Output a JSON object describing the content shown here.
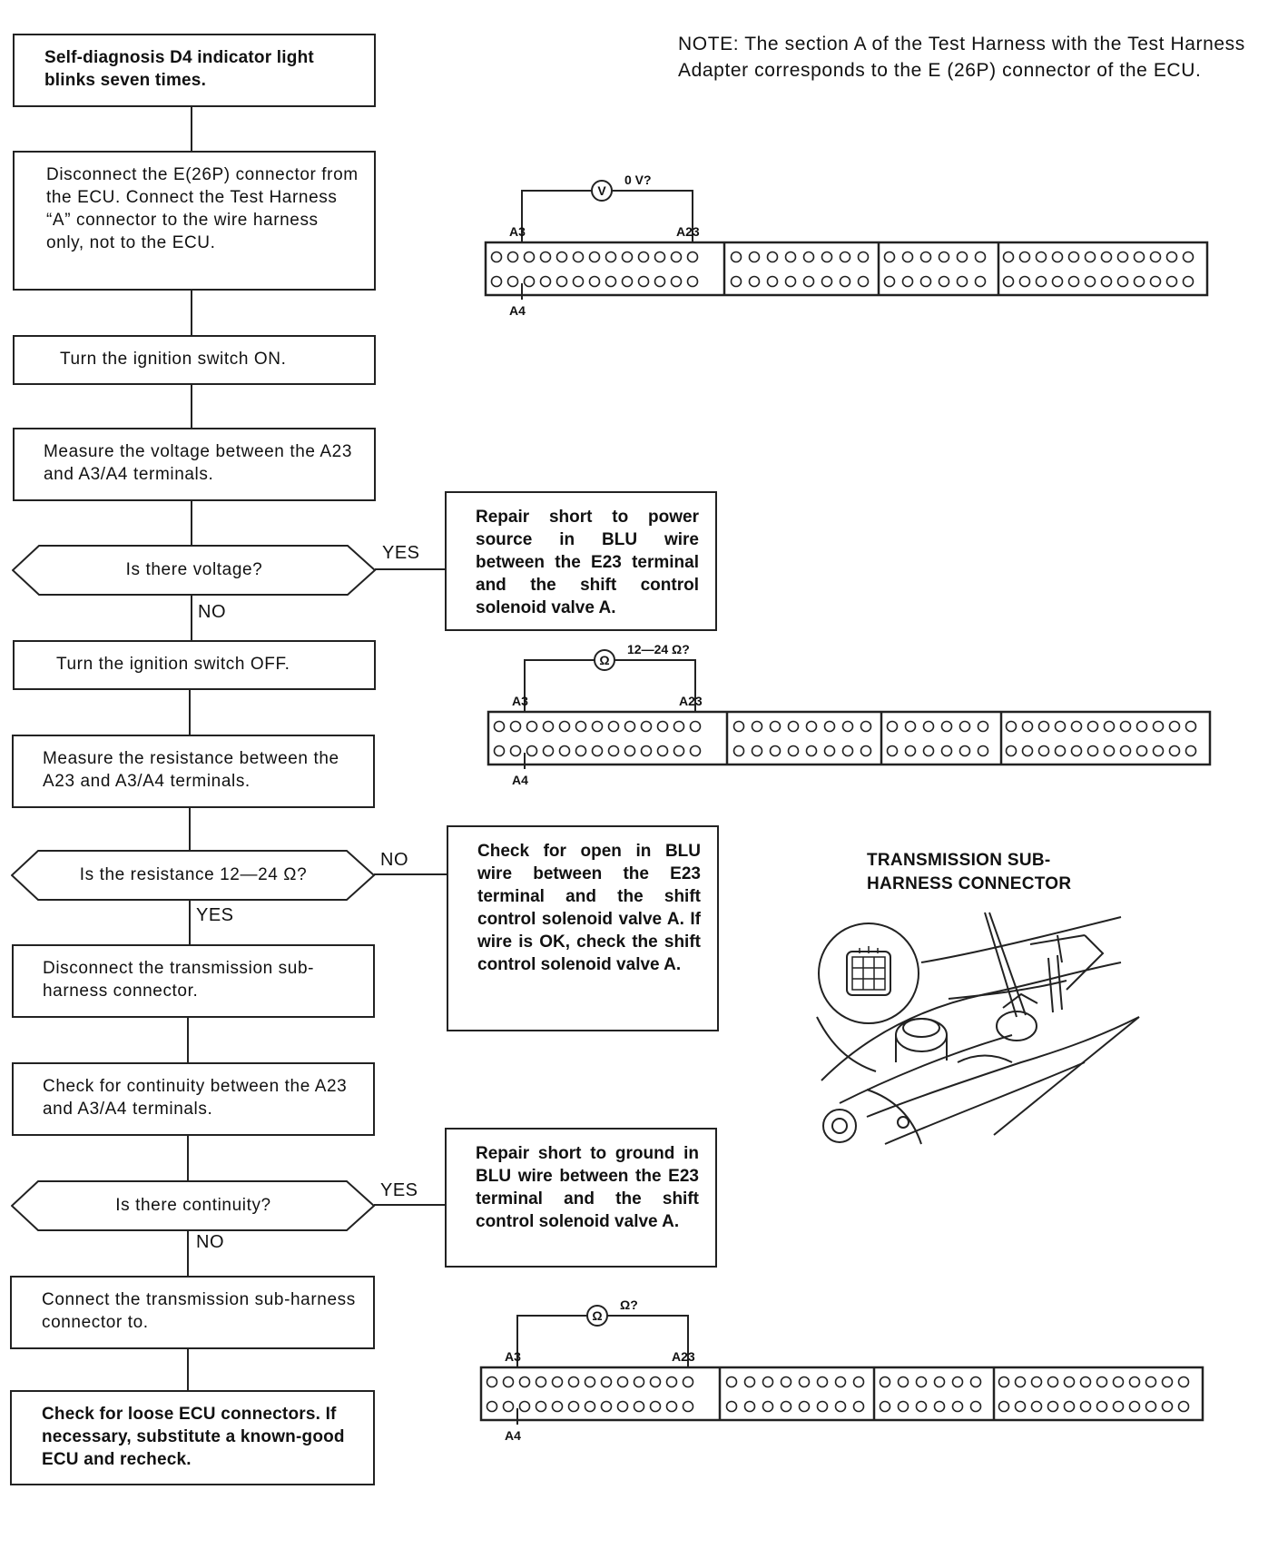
{
  "note": "NOTE: The section A of the Test Harness with the Test Harness Adapter corresponds to the E (26P) connector of the ECU.",
  "flow": {
    "step1": "Self-diagnosis D4 indicator light blinks seven times.",
    "step2": "Disconnect the E(26P) connector from the ECU. Connect the Test Harness “A” connector to the wire harness only, not to the ECU.",
    "step3": "Turn the ignition switch ON.",
    "step4": "Measure the voltage between the A23 and A3/A4 terminals.",
    "q1": "Is there voltage?",
    "q1_yes": "YES",
    "q1_no": "NO",
    "step5": "Turn the ignition switch OFF.",
    "step6": "Measure the resistance between the A23 and A3/A4 terminals.",
    "q2": "Is the resistance 12—24 Ω?",
    "q2_no": "NO",
    "q2_yes": "YES",
    "step7": "Disconnect the transmission sub-harness connector.",
    "step8": "Check for continuity between the A23 and A3/A4 terminals.",
    "q3": "Is there continuity?",
    "q3_yes": "YES",
    "q3_no": "NO",
    "step9": "Connect the transmission sub-harness connector to.",
    "step10": "Check for loose ECU connectors. If necessary, substitute a known-good ECU and recheck."
  },
  "side": {
    "box1": "Repair short to power source in BLU wire between the E23 terminal and the shift control solenoid valve A.",
    "box2": "Check for open in BLU wire between the E23 terminal and the shift control solenoid valve A. If wire is OK, check the shift control solenoid valve A.",
    "box3": "Repair short to ground in BLU wire between the E23 terminal and the shift control solenoid valve A."
  },
  "diagrams": {
    "d1": {
      "meter": "V",
      "reading": "0 V?",
      "t1": "A3",
      "t2": "A23",
      "t3": "A4"
    },
    "d2": {
      "meter": "Ω",
      "reading": "12—24 Ω?",
      "t1": "A3",
      "t2": "A23",
      "t3": "A4"
    },
    "d3": {
      "meter": "Ω",
      "reading": "Ω?",
      "t1": "A3",
      "t2": "A23",
      "t3": "A4"
    }
  },
  "connector_title": "TRANSMISSION SUB-HARNESS CONNECTOR"
}
